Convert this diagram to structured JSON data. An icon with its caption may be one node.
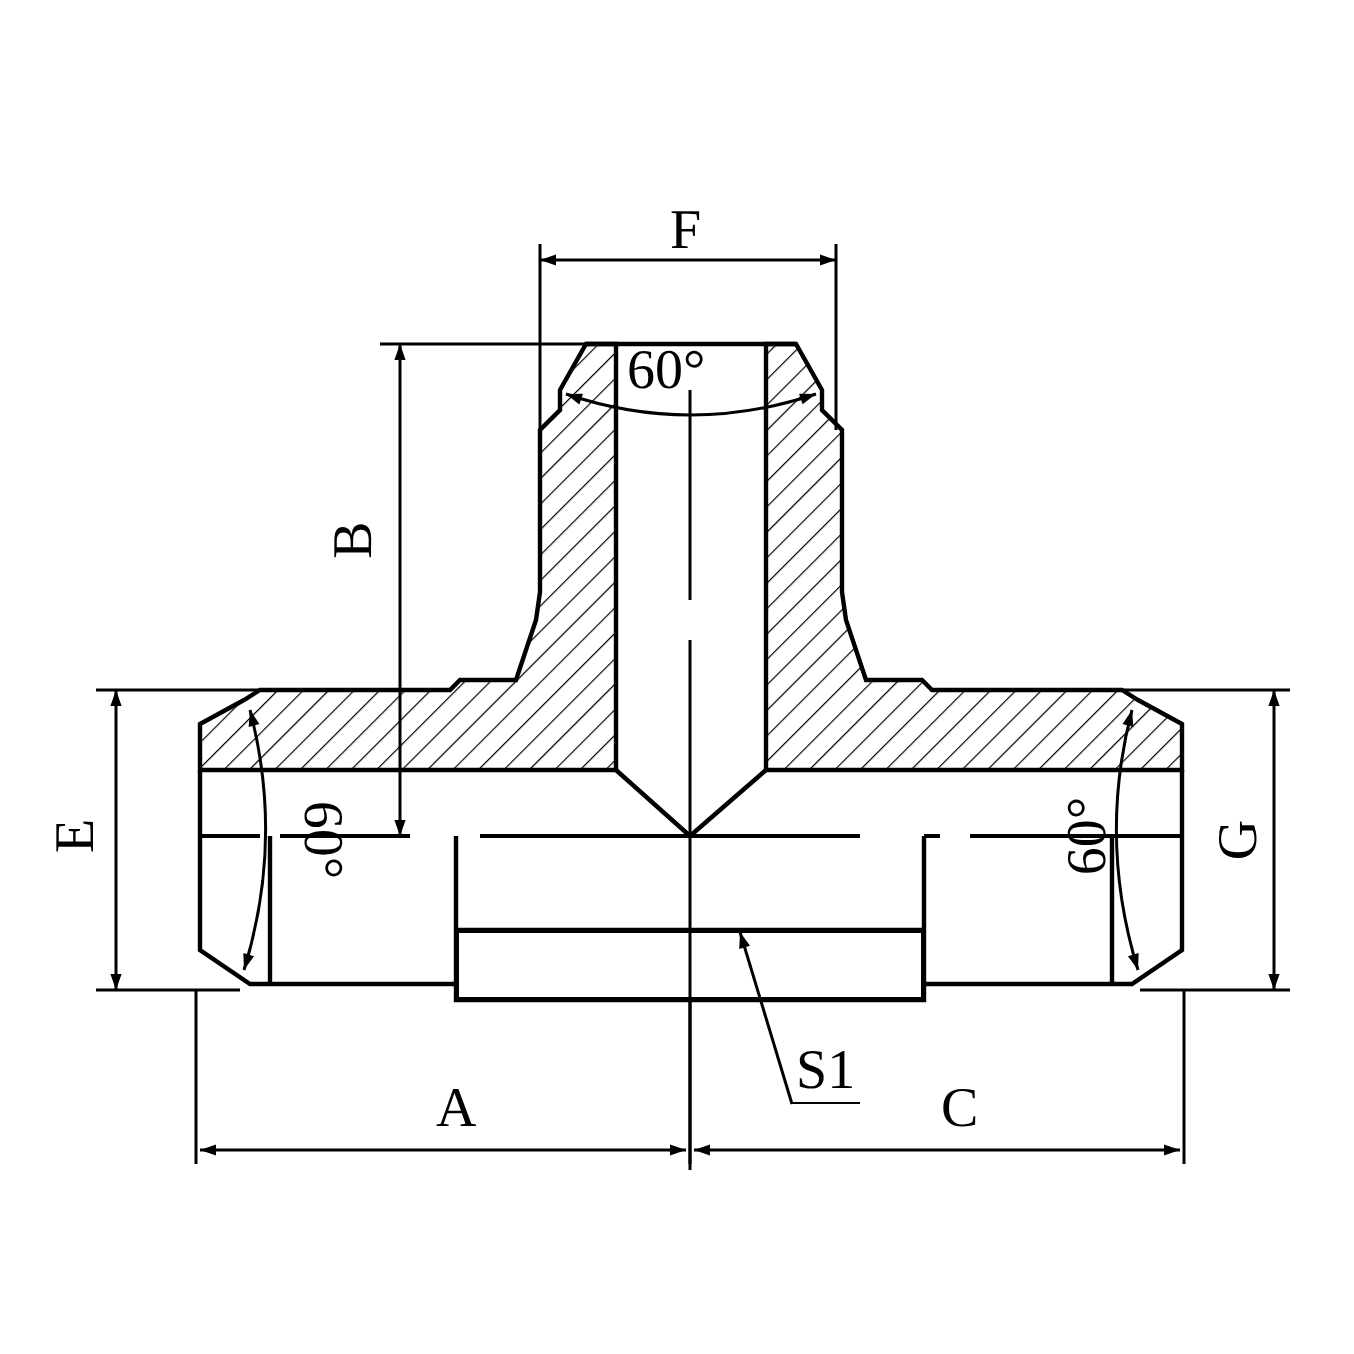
{
  "diagram": {
    "nodes": [
      {
        "text": [
          "S1"
        ]
      },
      {
        "text": [],
        "shape": "box"
      }
    ],
    "edges": [
      {
        "from": 0,
        "to": 1,
        "arrow": "to"
      }
    ],
    "labels": [
      "F",
      "60°",
      "B",
      "E",
      "60°",
      "60°",
      "G",
      "A",
      "C"
    ]
  }
}
